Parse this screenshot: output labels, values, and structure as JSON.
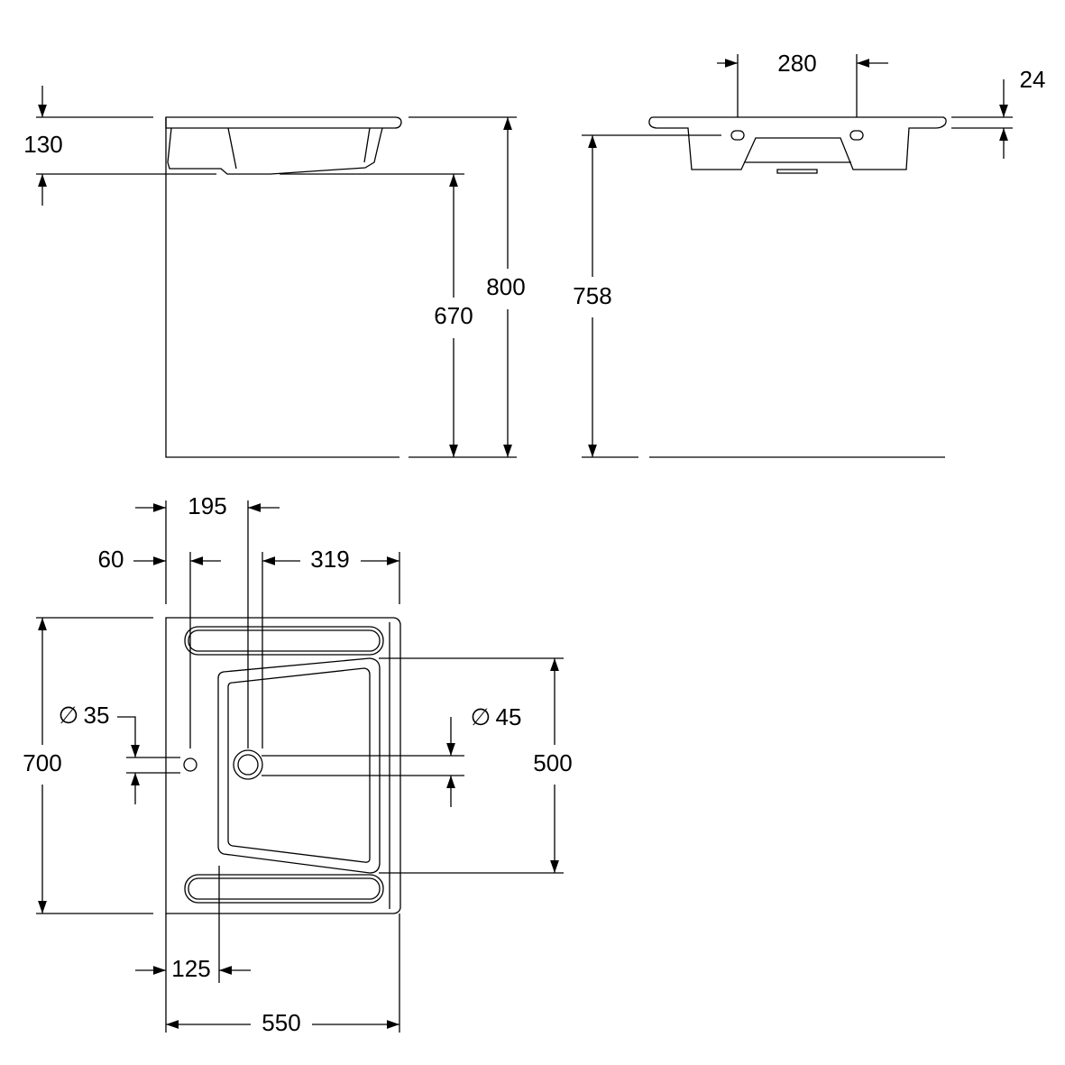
{
  "side_view": {
    "dims": {
      "height_bowl": "130",
      "height_column": "670",
      "height_total": "800"
    }
  },
  "front_view": {
    "dims": {
      "tap_spacing": "280",
      "rim_thickness": "24",
      "height_to_rim": "758"
    }
  },
  "plan_view": {
    "dims": {
      "drain_offset": "195",
      "tap_offset": "60",
      "drain_to_edge": "319",
      "depth": "700",
      "tap_hole_symbol": "∅",
      "tap_hole": "35",
      "drain_symbol": "∅",
      "drain": "45",
      "bowl_depth": "500",
      "bowl_offset": "125",
      "width": "550"
    }
  },
  "colors": {
    "line": "#000000",
    "background": "#ffffff"
  }
}
